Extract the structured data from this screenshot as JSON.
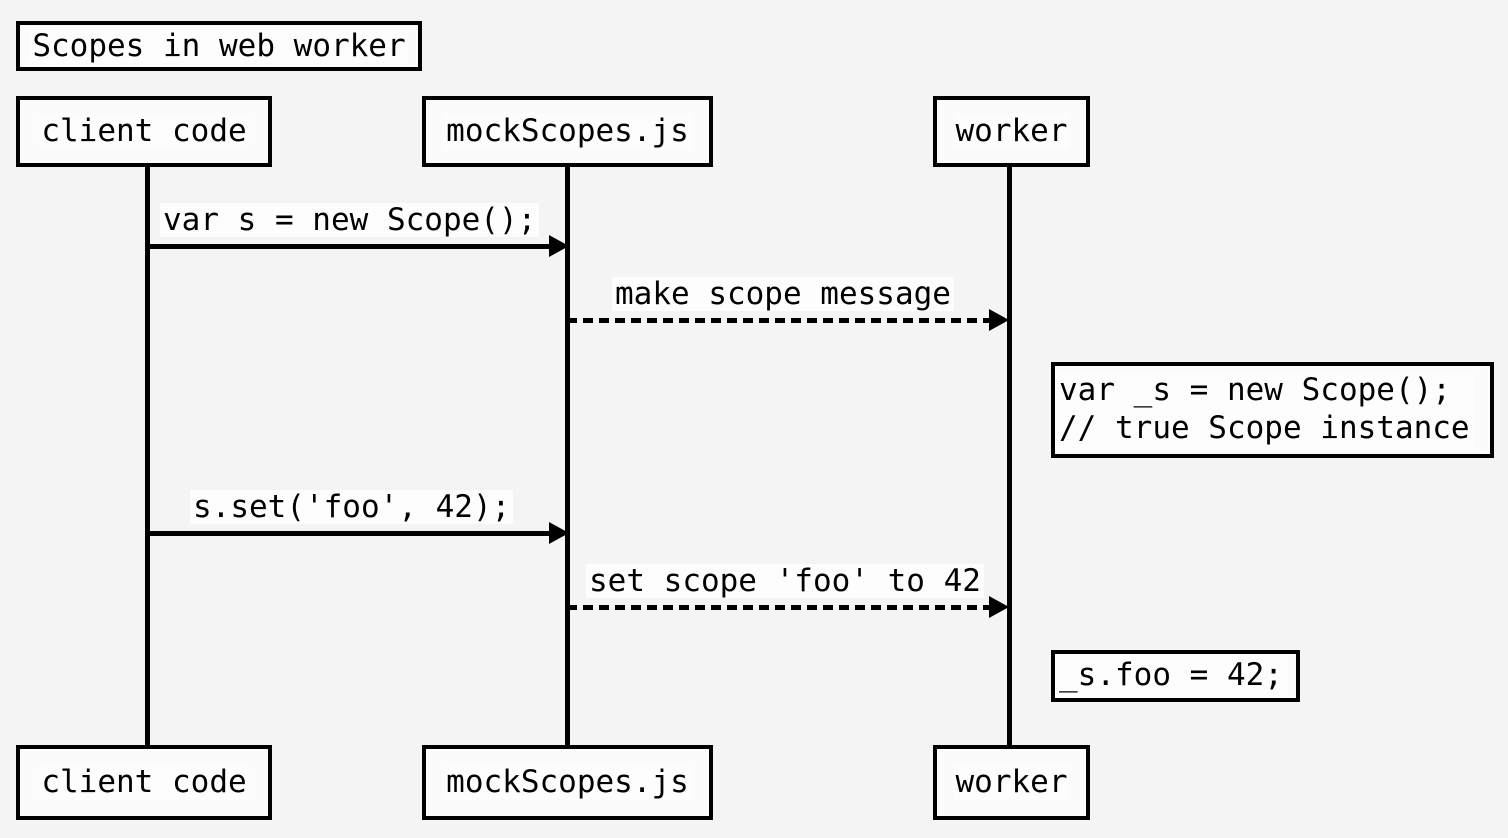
{
  "diagram": {
    "title": "Scopes in web worker",
    "background_color": "#f4f4f4",
    "line_color": "#000000",
    "participants": [
      {
        "id": "client",
        "label": "client code"
      },
      {
        "id": "mock",
        "label": "mockScopes.js"
      },
      {
        "id": "worker",
        "label": "worker"
      }
    ],
    "messages": [
      {
        "id": "msg-1",
        "label": "var s = new Scope();",
        "from": "client",
        "to": "mock",
        "style": "solid",
        "direction": "right"
      },
      {
        "id": "msg-2",
        "label": "make scope message",
        "from": "mock",
        "to": "worker",
        "style": "dashed",
        "direction": "right"
      },
      {
        "id": "msg-3",
        "label": "s.set('foo', 42);",
        "from": "client",
        "to": "mock",
        "style": "solid",
        "direction": "right"
      },
      {
        "id": "msg-4",
        "label": "set scope 'foo' to 42",
        "from": "mock",
        "to": "worker",
        "style": "dashed",
        "direction": "right"
      }
    ],
    "notes": [
      {
        "id": "note-1",
        "attached_to": "worker",
        "side": "right",
        "text": "var _s = new Scope();\n// true Scope instance"
      },
      {
        "id": "note-2",
        "attached_to": "worker",
        "side": "right",
        "text": "_s.foo = 42;"
      }
    ]
  }
}
